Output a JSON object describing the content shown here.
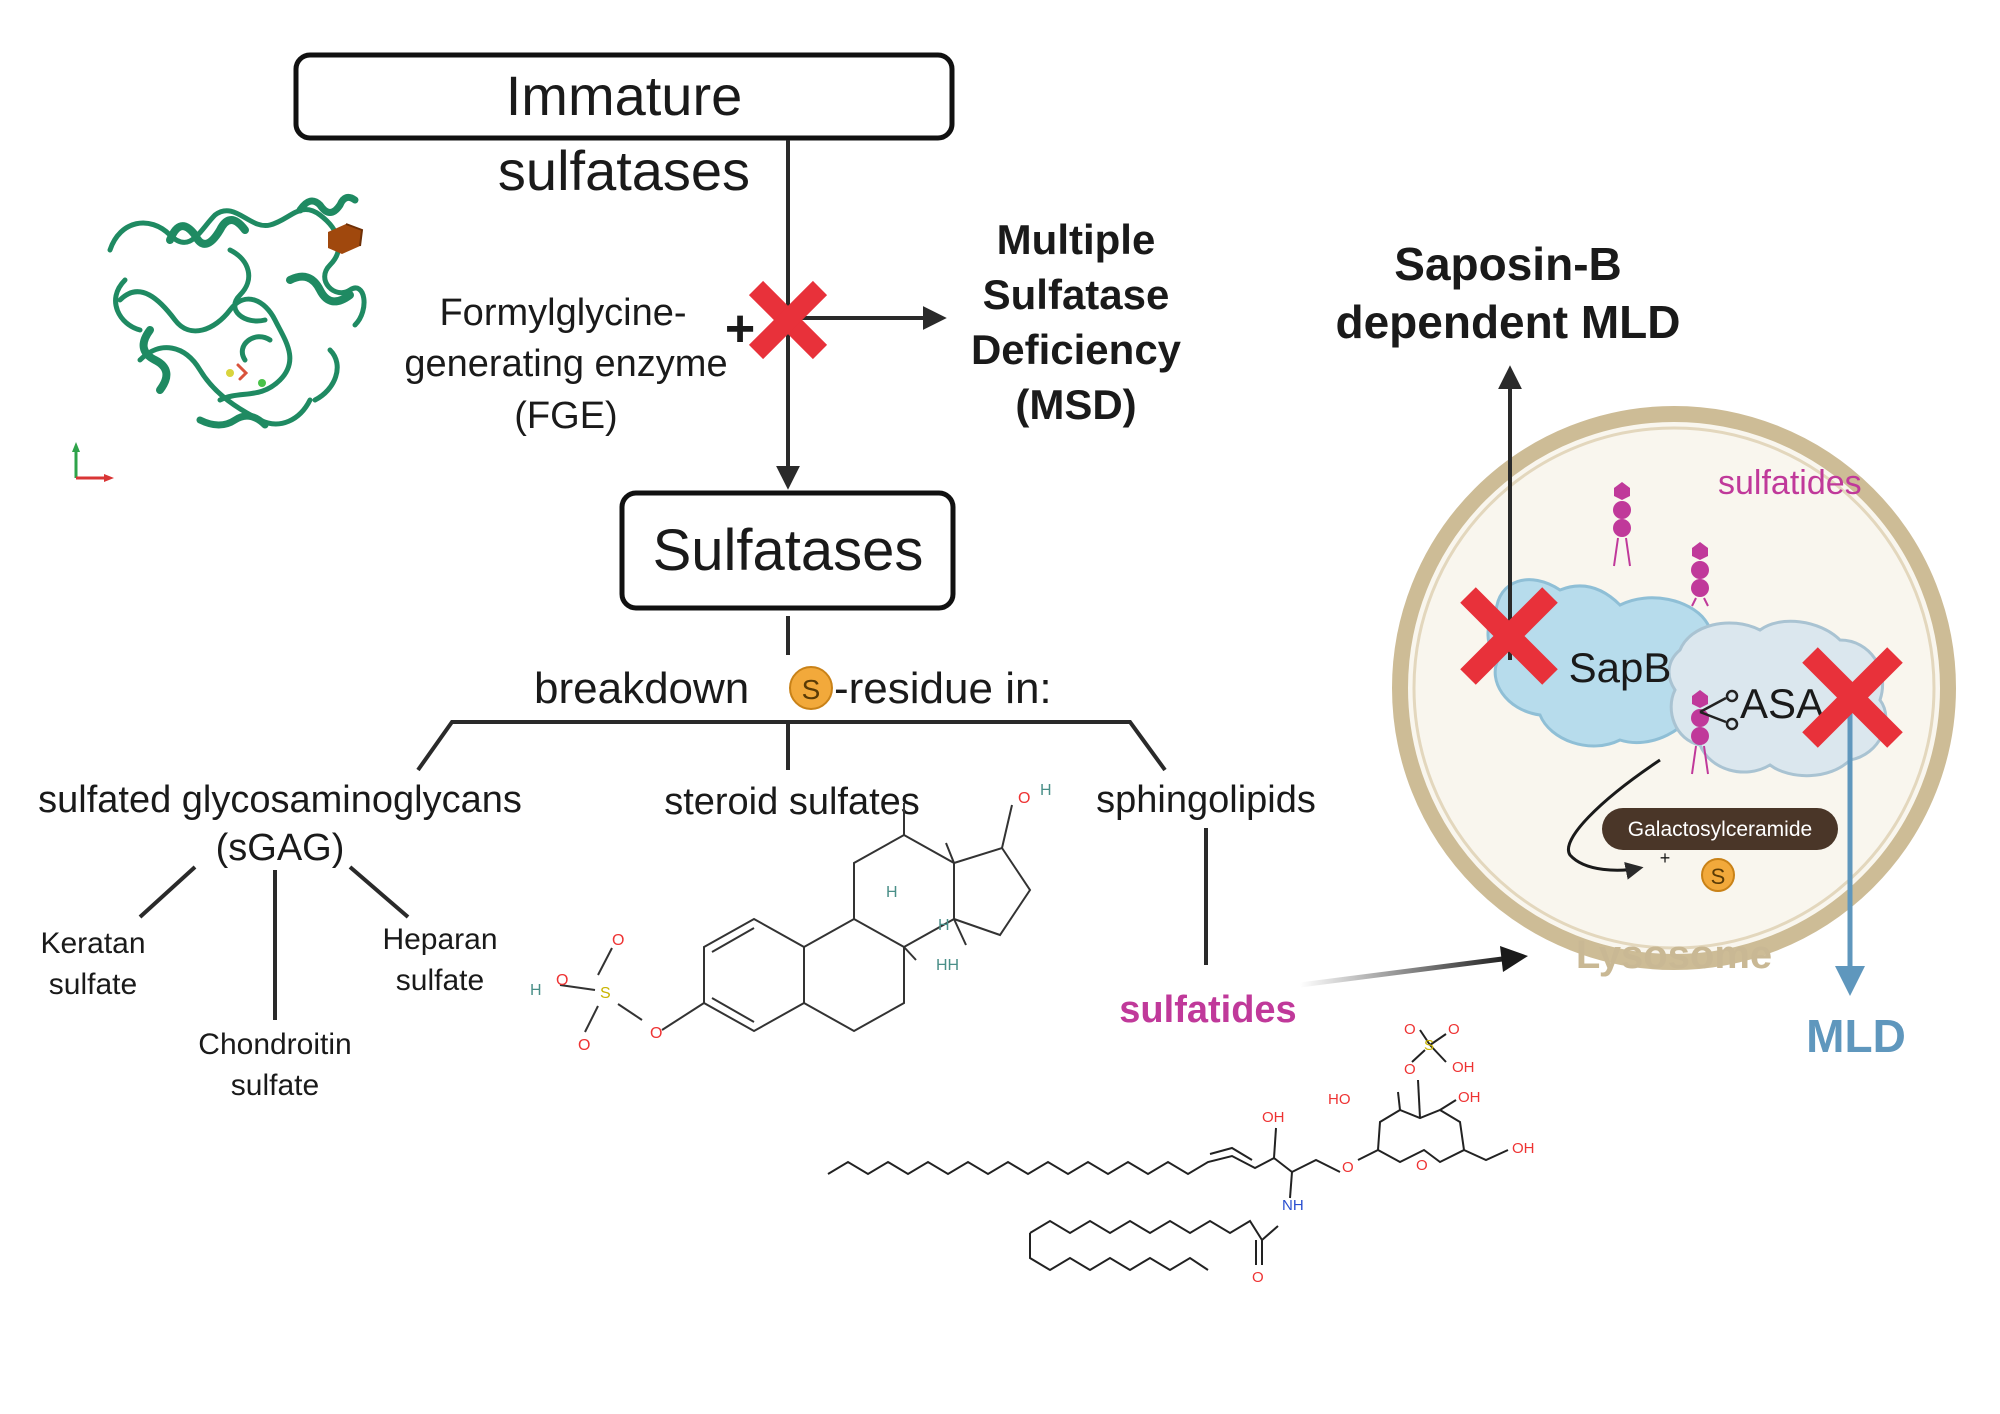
{
  "immature_box": {
    "line1": "Immature",
    "line2": "sulfatases"
  },
  "fge": {
    "line1": "Formylglycine-",
    "line2": "generating enzyme",
    "line3": "(FGE)",
    "plus": "+"
  },
  "msd": {
    "line1": "Multiple",
    "line2": "Sulfatase",
    "line3": "Deficiency",
    "line4": "(MSD)"
  },
  "sulfatases_box": {
    "label": "Sulfatases"
  },
  "breakdown": {
    "prefix": "breakdown",
    "s_badge": "S",
    "suffix": "-residue in:"
  },
  "substrates": {
    "sgag_line1": "sulfated glycosaminoglycans",
    "sgag_line2": "(sGAG)",
    "steroid": "steroid sulfates",
    "sphingo": "sphingolipids"
  },
  "sgag_types": {
    "keratan_1": "Keratan",
    "keratan_2": "sulfate",
    "chondroitin_1": "Chondroitin",
    "chondroitin_2": "sulfate",
    "heparan_1": "Heparan",
    "heparan_2": "sulfate"
  },
  "sulfatides_label": "sulfatides",
  "saposin": {
    "line1": "Saposin-B",
    "line2": "dependent MLD"
  },
  "lysosome": {
    "label": "Lysosome",
    "sulfatides": "sulfatides",
    "sapb": "SapB",
    "asa": "ASA",
    "product": "Galactosylceramide",
    "plus": "+",
    "s_badge": "S"
  },
  "mld_label": "MLD",
  "chem": {
    "oh": "OH",
    "ho": "HO",
    "o": "O",
    "s": "S",
    "h": "H",
    "nh": "NH",
    "hh": "HH"
  },
  "colors": {
    "sulfatide_pink": "#c0399a",
    "cross_red": "#e8313a",
    "mld_blue": "#5f97bd",
    "lysosome_tan": "#c9b894",
    "protein_green": "#1f8a62",
    "s_badge": "#f2a93b"
  },
  "icons": [
    "red-cross-icon",
    "protein-structure-icon",
    "scissors-icon",
    "axis-icon"
  ]
}
